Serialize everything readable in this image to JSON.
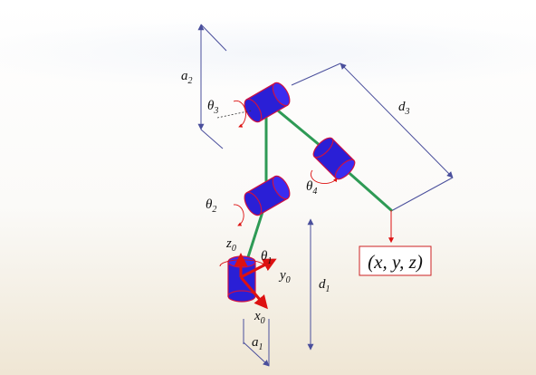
{
  "labels": {
    "a2": {
      "main": "a",
      "sub": "2"
    },
    "a1": {
      "main": "a",
      "sub": "1"
    },
    "d1": {
      "main": "d",
      "sub": "1"
    },
    "d3": {
      "main": "d",
      "sub": "3"
    },
    "theta1": {
      "main": "θ",
      "sub": "1"
    },
    "theta2": {
      "main": "θ",
      "sub": "2"
    },
    "theta3": {
      "main": "θ",
      "sub": "3"
    },
    "theta4": {
      "main": "θ",
      "sub": "4"
    },
    "x0": {
      "main": "x",
      "sub": "0"
    },
    "y0": {
      "main": "y",
      "sub": "0"
    },
    "z0": {
      "main": "z",
      "sub": "0"
    }
  },
  "end_effector": "(x, y, z)",
  "colors": {
    "joint_fill": "#2a1fd6",
    "joint_outline": "#cc1144",
    "link": "#2e9a55",
    "dimension_line": "#4a4f9c",
    "arrow_red": "#dd1111",
    "end_box_border": "#cc2222"
  }
}
